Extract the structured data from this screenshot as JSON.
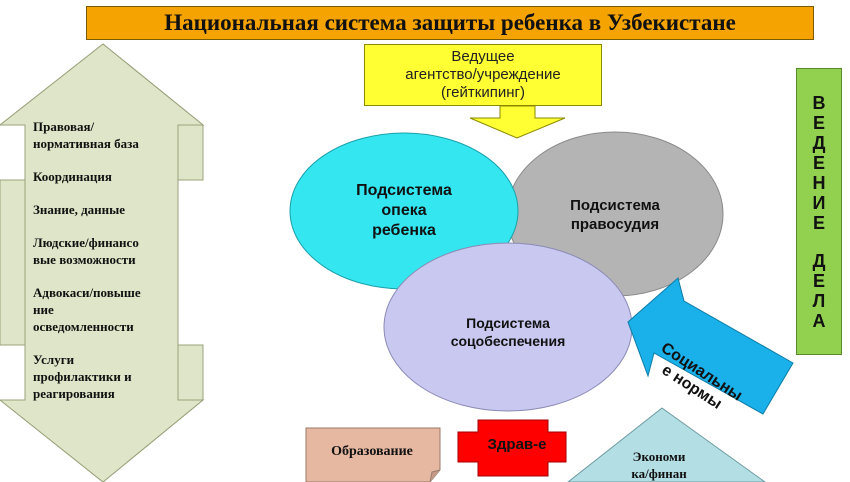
{
  "title": "Национальная система защиты ребенка в Узбекистане",
  "lead_agency": [
    "Ведущее",
    "агентство/учреждение",
    "(гейткипинг)"
  ],
  "side_items": [
    "Правовая/\nнормативная база",
    "Координация",
    "Знание, данные",
    "Людские/финансо\nвые возможности",
    "Адвокаси/повыше\nние\nосведомленности",
    "Услуги\nпрофилактики и\nреагирования"
  ],
  "subsystems": {
    "care": "Подсистема\nопека\nребенка",
    "justice": "Подсистема\nправосудия",
    "welfare": "Подсистема\nсоцобеспечения"
  },
  "case_management": [
    "В",
    "Е",
    "Д",
    "Е",
    "Н",
    "И",
    "Е",
    "",
    "Д",
    "Е",
    "Л",
    "А"
  ],
  "social_norms": "Социальны\nе нормы",
  "education": "Образование",
  "health": "Здрав-е",
  "economy": "Экономи\nка/финан",
  "colors": {
    "title_bg": "#f5a300",
    "lead_bg": "#ffff33",
    "side_arrow": "#dfe5c8",
    "care_circle": "#33e6f0",
    "justice_circle": "#b4b4b4",
    "welfare_circle": "#c8c8f0",
    "case_bg": "#92d050",
    "social_arrow": "#1ab0ea",
    "education_bg": "#e6b8a2",
    "health_bg": "#ff0000",
    "economy_bg": "#b3dfe4"
  }
}
